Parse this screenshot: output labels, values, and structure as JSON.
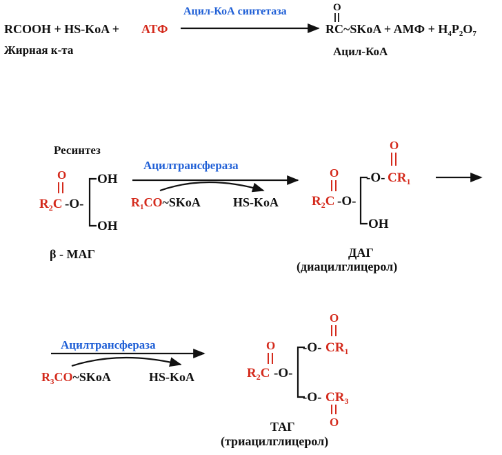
{
  "eq1": {
    "reactants_a": "RCOOH + HS-KoA + ",
    "atp": "АТФ",
    "enzyme": "Ацил-КоА синтетаза",
    "product_rc": "RC~SKoA + AMФ + H",
    "product_sub4a": "4",
    "product_p": "P",
    "product_sub2": "2",
    "product_o": "O",
    "product_sub7": "7",
    "carbonyl_o": "O",
    "label_fatty_acid": "Жирная к-та",
    "label_acyl_coa": "Ацил-КоА"
  },
  "resynthesis": {
    "title": "Ресинтез",
    "enzyme1": "Ацилтрансфераза",
    "enzyme2": "Ацилтрансфераза",
    "mag_label": "β - МАГ",
    "dag_label": "ДАГ",
    "dag_full": "(диацилглицерол)",
    "tag_label": "ТАГ",
    "tag_full": "(триацилглицерол)",
    "r1co": "R",
    "r1co_sub": "1",
    "r1co_rest": "CO",
    "r1co_tail": "~SKoA",
    "r3co": "R",
    "r3co_sub": "3",
    "r3co_rest": "CO",
    "r3co_tail": "~SKoA",
    "hs_koa1": "HS-KoA",
    "hs_koa2": "HS-KoA",
    "oh": "OH",
    "o": "O",
    "r2c": "R",
    "r2c_sub": "2",
    "c": "C",
    "o_dash": "-O-",
    "o_dash2": "-O-",
    "cr": "CR",
    "cr1_sub": "1",
    "cr3_sub": "3"
  }
}
